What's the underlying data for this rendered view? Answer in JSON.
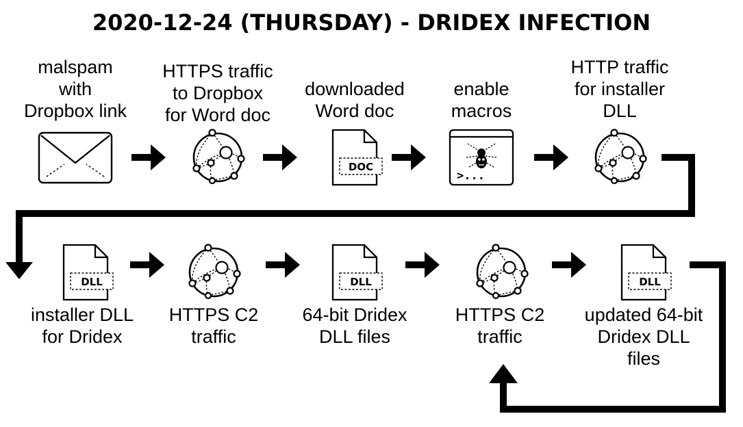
{
  "title": "2020-12-24 (THURSDAY) - DRIDEX INFECTION",
  "steps": [
    {
      "lines": [
        "malspam",
        "with",
        "Dropbox link"
      ],
      "icon": "envelope-icon"
    },
    {
      "lines": [
        "HTTPS traffic",
        "to Dropbox",
        "for Word doc"
      ],
      "icon": "network-globe-icon"
    },
    {
      "lines": [
        "downloaded",
        "Word doc"
      ],
      "icon": "document-icon",
      "tag": "DOC"
    },
    {
      "lines": [
        "enable",
        "macros"
      ],
      "icon": "malware-terminal-icon",
      "prompt": ">..."
    },
    {
      "lines": [
        "HTTP traffic",
        "for installer",
        "DLL"
      ],
      "icon": "network-globe-icon"
    },
    {
      "lines": [
        "installer DLL",
        "for Dridex"
      ],
      "icon": "document-icon",
      "tag": "DLL"
    },
    {
      "lines": [
        "HTTPS C2",
        "traffic"
      ],
      "icon": "network-globe-icon"
    },
    {
      "lines": [
        "64-bit Dridex",
        "DLL files"
      ],
      "icon": "document-icon",
      "tag": "DLL"
    },
    {
      "lines": [
        "HTTPS C2",
        "traffic"
      ],
      "icon": "network-globe-icon"
    },
    {
      "lines": [
        "updated 64-bit",
        "Dridex DLL",
        "files"
      ],
      "icon": "document-icon",
      "tag": "DLL"
    }
  ]
}
